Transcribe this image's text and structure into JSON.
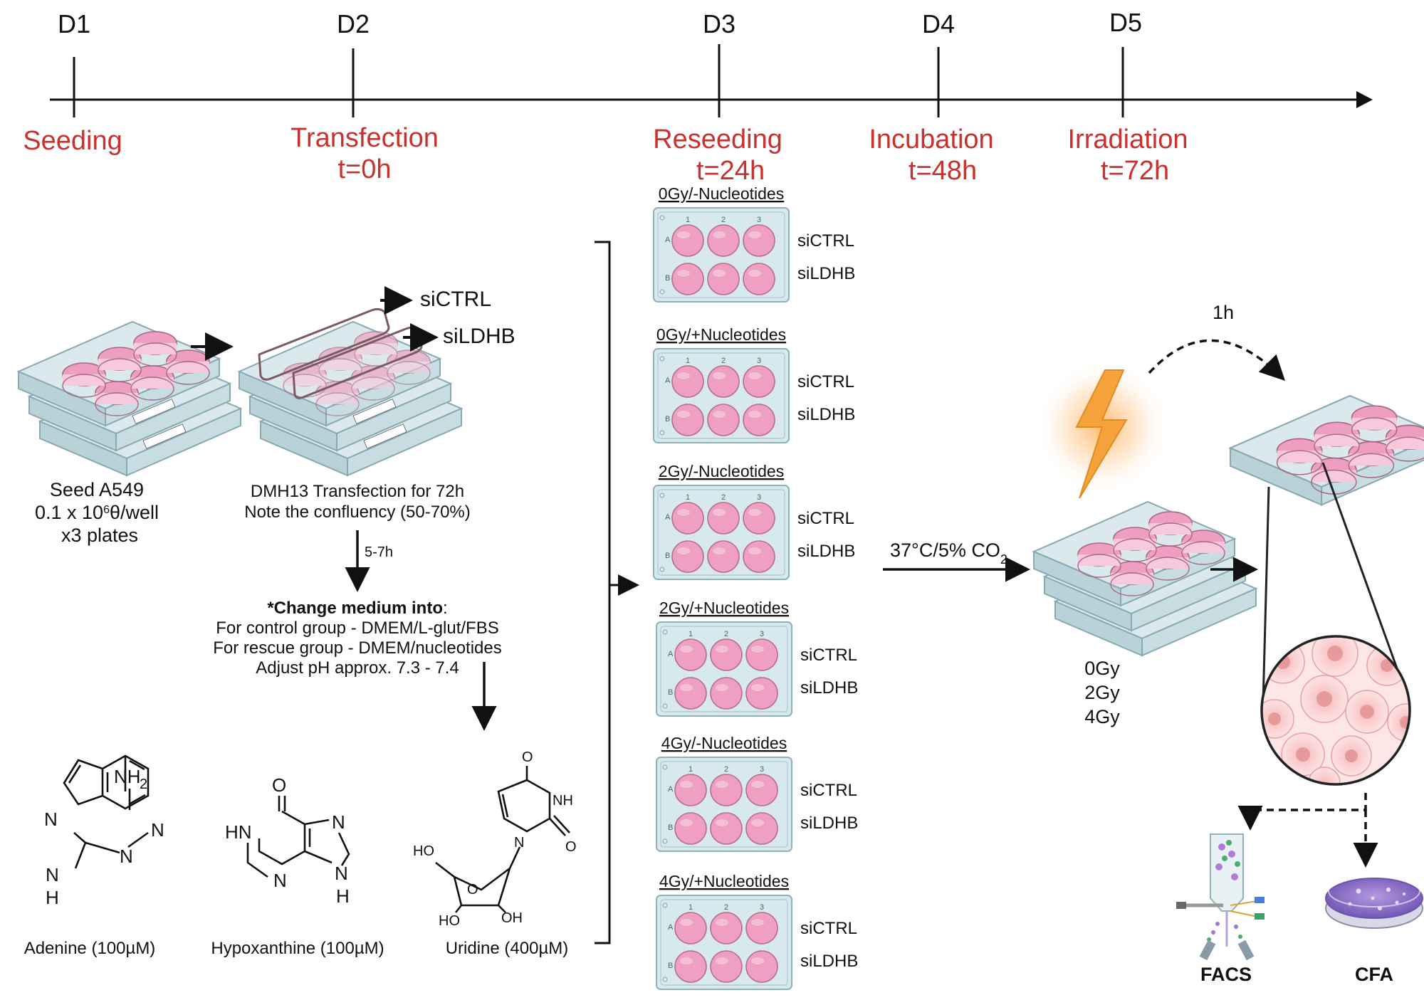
{
  "timeline": [
    {
      "day": "D1",
      "stage": "Seeding",
      "time": ""
    },
    {
      "day": "D2",
      "stage": "Transfection",
      "time": "t=0h"
    },
    {
      "day": "D3",
      "stage": "Reseeding",
      "time": "t=24h"
    },
    {
      "day": "D4",
      "stage": "Incubation",
      "time": "t=48h"
    },
    {
      "day": "D5",
      "stage": "Irradiation",
      "time": "t=72h"
    }
  ],
  "seeding": {
    "line1": "Seed A549",
    "line2_prefix": "0.1 x 10",
    "line2_sup": "6",
    "line2_suffix": "θ/well",
    "line3": "x3 plates"
  },
  "transfection": {
    "label_ctrl": "siCTRL",
    "label_ldhb": "siLDHB",
    "line1": "DMH13 Transfection for 72h",
    "line2": "Note the confluency (50-70%)",
    "delay": "5-7h"
  },
  "medium": {
    "title": "*Change medium into",
    "title_suffix": ":",
    "control": "For control group - DMEM/L-glut/FBS",
    "rescue": "For rescue group - DMEM/nucleotides",
    "ph": "Adjust pH approx. 7.3 - 7.4"
  },
  "nucleotides": [
    {
      "name": "Adenine (100µM)"
    },
    {
      "name": "Hypoxanthine (100µM)"
    },
    {
      "name": "Uridine (400µM)"
    }
  ],
  "chem_labels": {
    "nh2": "NH",
    "nh2_sub": "2",
    "n": "N",
    "h": "H",
    "o": "O",
    "hn": "HN",
    "nh": "NH",
    "ho": "HO",
    "oh": "OH"
  },
  "plates": [
    {
      "condition": "0Gy/-Nucleotides"
    },
    {
      "condition": "0Gy/+Nucleotides"
    },
    {
      "condition": "2Gy/-Nucleotides"
    },
    {
      "condition": "2Gy/+Nucleotides"
    },
    {
      "condition": "4Gy/-Nucleotides"
    },
    {
      "condition": "4Gy/+Nucleotides"
    }
  ],
  "plate_rows": {
    "a": "A",
    "b": "B",
    "row_a_label": "siCTRL",
    "row_b_label": "siLDHB"
  },
  "plate_cols": [
    "1",
    "2",
    "3"
  ],
  "incubation": {
    "condition": "37°C/5% CO",
    "condition_sub": "2"
  },
  "irradiation": {
    "doses": [
      "0Gy",
      "2Gy",
      "4Gy"
    ],
    "delay": "1h"
  },
  "readouts": {
    "facs": "FACS",
    "cfa": "CFA"
  },
  "colors": {
    "stage_red": "#c8312d",
    "plate_body": "#d5e6ea",
    "well_pink": "#eba4c1",
    "bolt_orange": "#f4a23b",
    "dish_purple": "#8a6fc4"
  }
}
